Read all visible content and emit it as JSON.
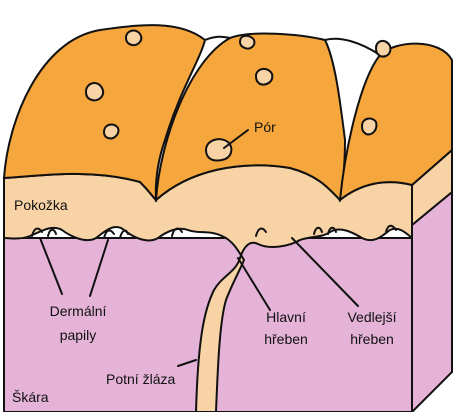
{
  "labels": {
    "pore": "Pór",
    "epidermis": "Pokožka",
    "dermal_papillae_1": "Dermální",
    "dermal_papillae_2": "papily",
    "primary_ridge_1": "Hlavní",
    "primary_ridge_2": "hřeben",
    "secondary_ridge_1": "Vedlejší",
    "secondary_ridge_2": "hřeben",
    "sweat_gland": "Potní žláza",
    "dermis": "Škára"
  },
  "colors": {
    "ridge_surface": "#F5A63C",
    "epidermis": "#F8D3A6",
    "dermis": "#E4B3D7",
    "outline": "#111111",
    "background": "#FFFFFF"
  }
}
